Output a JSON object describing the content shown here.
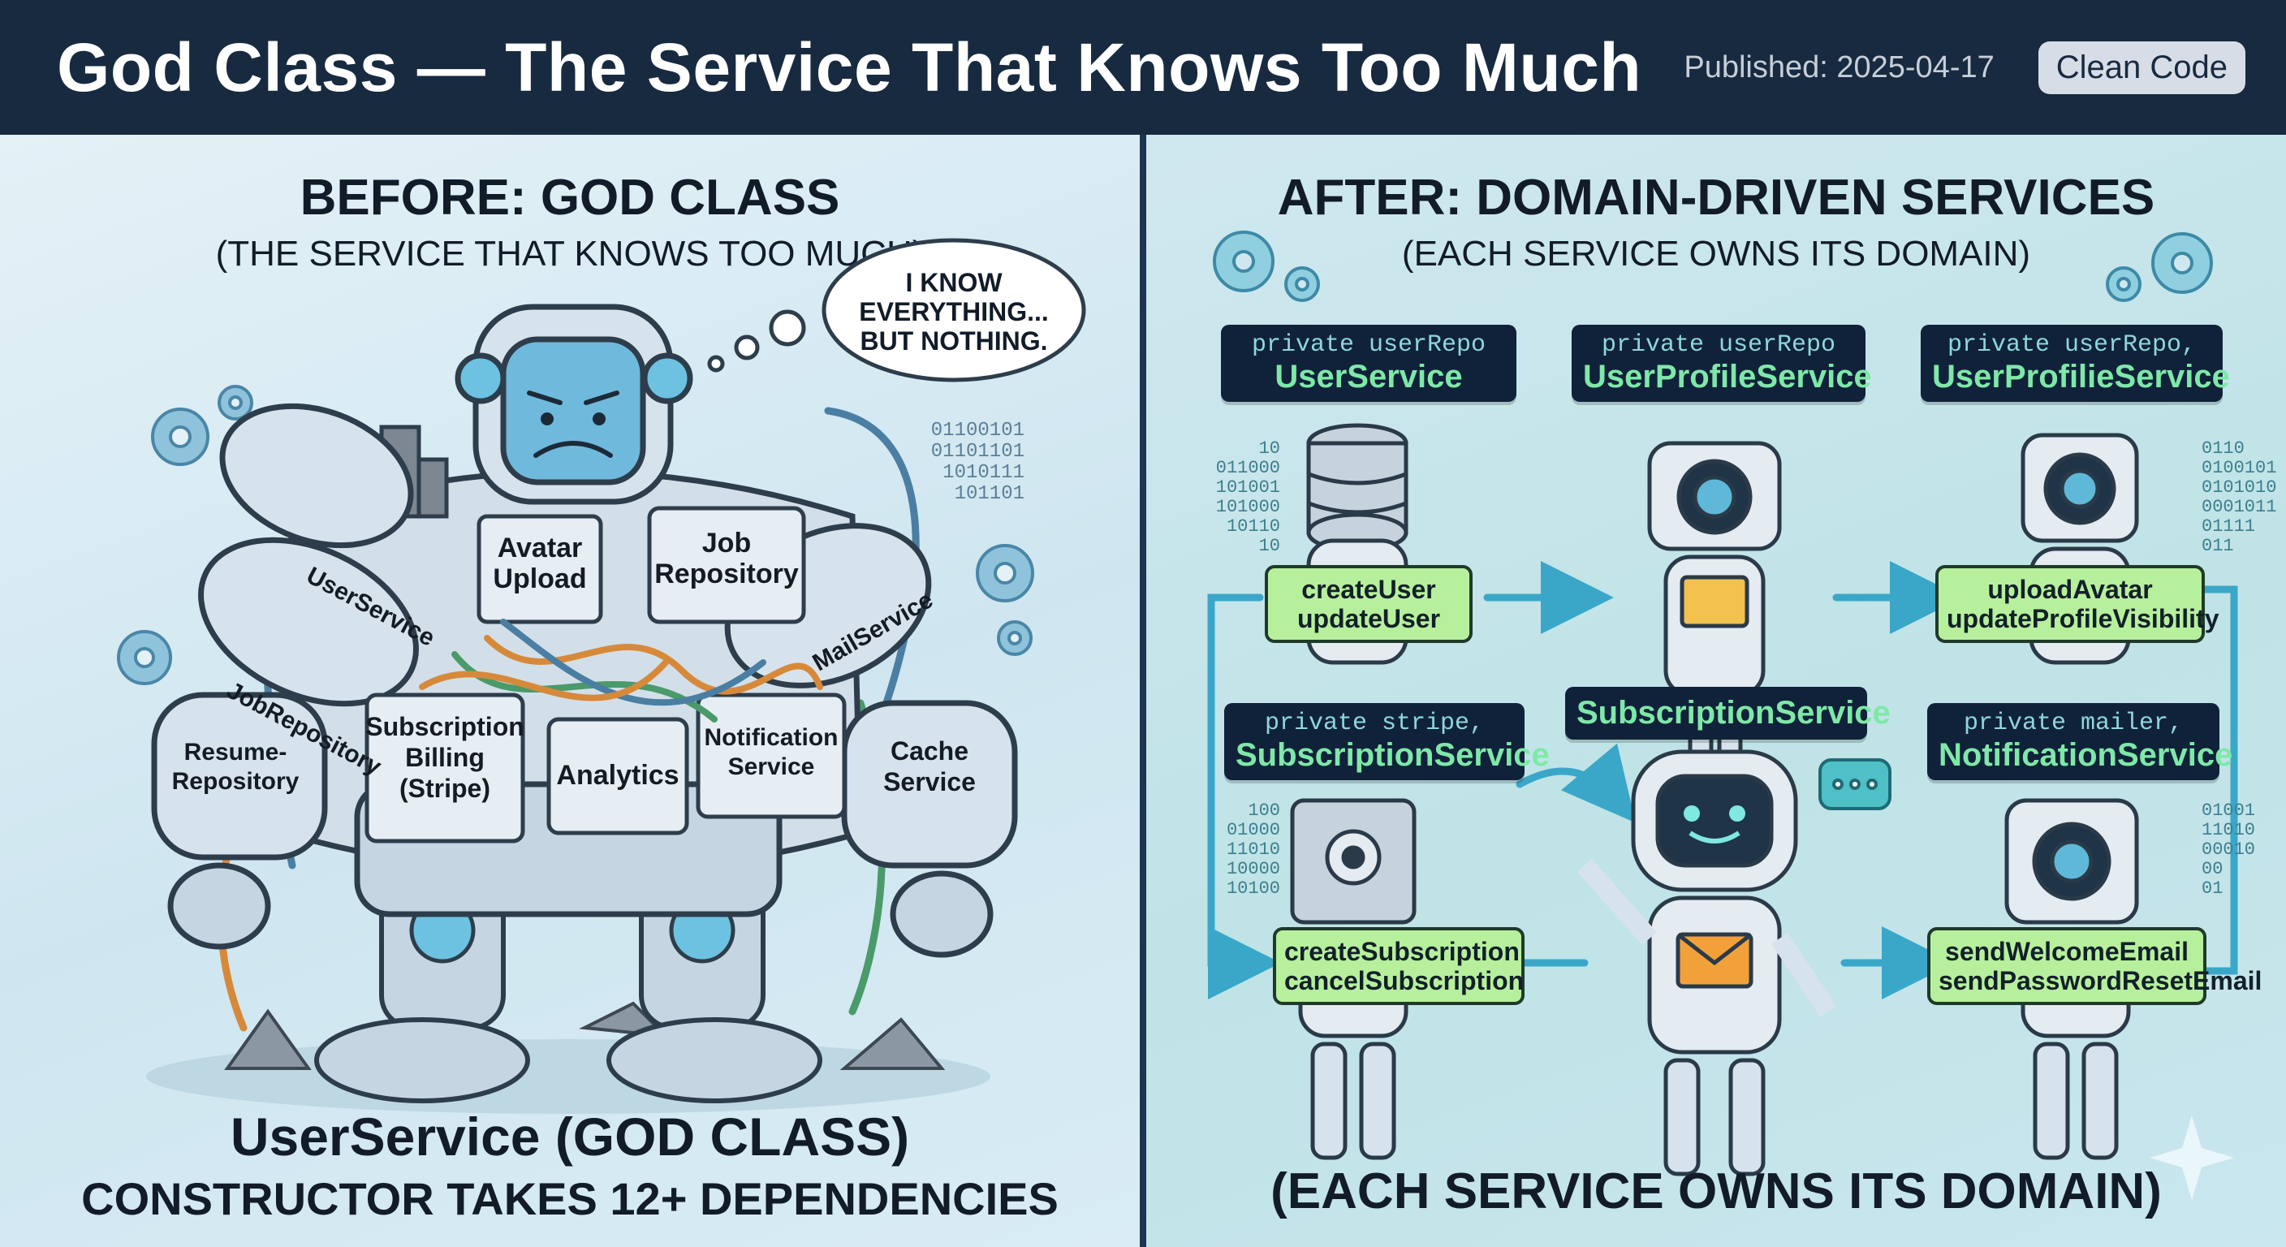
{
  "header": {
    "title": "God Class — The Service That Knows Too Much",
    "published": "Published: 2025-04-17",
    "tag": "Clean Code"
  },
  "before": {
    "title": "BEFORE: GOD CLASS",
    "subtitle": "(THE SERVICE THAT KNOWS TOO MUCH)",
    "thought": [
      "I KNOW",
      "EVERYTHING...",
      "BUT NOTHING."
    ],
    "modules": {
      "user_service": "UserService",
      "job_repository_arm": "JobRepository",
      "avatar_upload": [
        "Avatar",
        "Upload"
      ],
      "job_repository": [
        "Job",
        "Repository"
      ],
      "mail_service": "MailService",
      "resume_repository": [
        "Resume-",
        "Repository"
      ],
      "subscription_billing": [
        "Subscription",
        "Billing",
        "(Stripe)"
      ],
      "analytics": "Analytics",
      "notification_service": [
        "Notification",
        "Service"
      ],
      "cache_service": [
        "Cache",
        "Service"
      ]
    },
    "binary": [
      "01100101",
      "01101101",
      "1010111",
      "101101"
    ],
    "footer_title": "UserService (GOD CLASS)",
    "footer_subtitle": "CONSTRUCTOR TAKES 12+ DEPENDENCIES"
  },
  "after": {
    "title": "AFTER: DOMAIN-DRIVEN SERVICES",
    "subtitle": "(EACH SERVICE OWNS ITS DOMAIN)",
    "services": [
      {
        "field": "private userRepo",
        "name": "UserService"
      },
      {
        "field": "private userRepo",
        "name": "UserProfileService"
      },
      {
        "field": "private userRepo,",
        "name": "UserProfilieService"
      },
      {
        "field": "private stripe,",
        "name": "SubscriptionService"
      },
      {
        "field": "",
        "name": "SubscriptionService"
      },
      {
        "field": "private mailer,",
        "name": "NotificationService"
      }
    ],
    "methods": {
      "user": [
        "createUser",
        "updateUser"
      ],
      "profile": [
        "uploadAvatar",
        "updateProfileVisibility"
      ],
      "subscription": [
        "createSubscription",
        "cancelSubscription"
      ],
      "notification": [
        "sendWelcomeEmail",
        "sendPasswordResetEmail"
      ]
    },
    "binary_left": [
      "10",
      "011000",
      "101001",
      "101000",
      "10110",
      "10"
    ],
    "binary_right": [
      "0110",
      "0100101",
      "0101010",
      "0001011",
      "01111",
      "011"
    ],
    "binary_left2": [
      "100",
      "01000",
      "11010",
      "10000",
      "10100"
    ],
    "binary_right2": [
      "01001",
      "11010",
      "00010",
      "00",
      "01"
    ],
    "footer": "(EACH SERVICE OWNS ITS DOMAIN)"
  },
  "colors": {
    "header_bg": "#172a40",
    "accent_green": "#b7f09c",
    "label_bg": "#10223a",
    "robot_blue": "#5fb8d8"
  }
}
